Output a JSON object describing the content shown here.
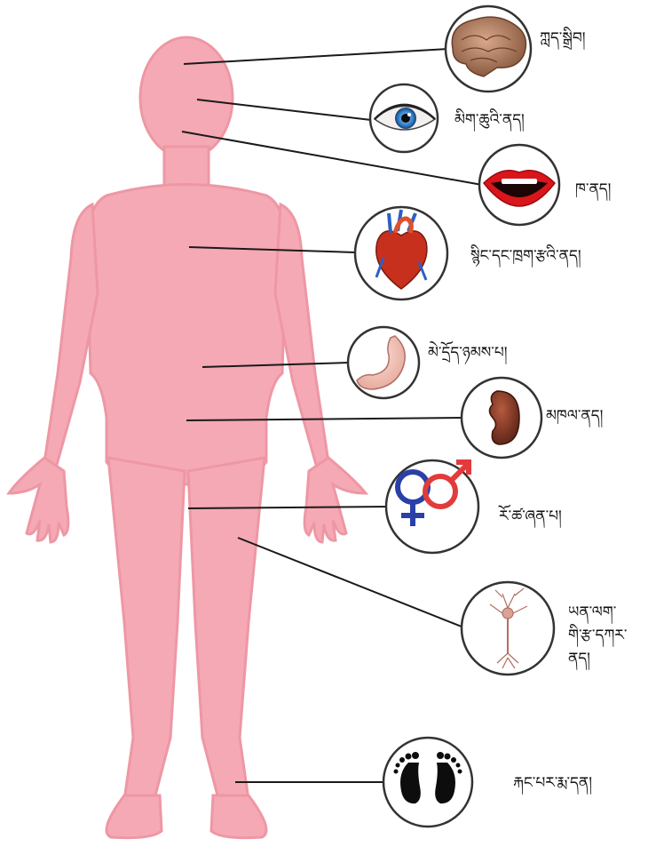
{
  "diagram": {
    "callouts": [
      {
        "id": "brain",
        "icon": "brain-icon",
        "label": "ཀླད་སྒྲིབ།"
      },
      {
        "id": "eye",
        "icon": "eye-icon",
        "label": "མིག་ཆུའི་ནད།"
      },
      {
        "id": "mouth",
        "icon": "mouth-icon",
        "label": "ཁ་ནད།"
      },
      {
        "id": "heart",
        "icon": "heart-icon",
        "label": "སྙིང་དང་ཁྲག་རྩའི་ནད།"
      },
      {
        "id": "stomach",
        "icon": "stomach-icon",
        "label": "མེ་དྲོད་ཉམས་པ།"
      },
      {
        "id": "kidney",
        "icon": "kidney-icon",
        "label": "མཁལ་ནད།"
      },
      {
        "id": "gender",
        "icon": "gender-symbols-icon",
        "label": "ཪོ་ཚ་ཞན་པ།"
      },
      {
        "id": "nerve",
        "icon": "nerve-cell-icon",
        "label": "ཡན་ལག་\nགི་རྩ་དཀར་\nནད།"
      },
      {
        "id": "feet",
        "icon": "footprints-icon",
        "label": "རྐང་པར་རྨ་དན།"
      }
    ]
  },
  "colors": {
    "body": "#f5a9b4",
    "body_edge": "#ee97a4",
    "leader": "#1a1a1a",
    "circle_border": "#333333",
    "male": "#e23b3b",
    "female": "#2a3fa8"
  }
}
